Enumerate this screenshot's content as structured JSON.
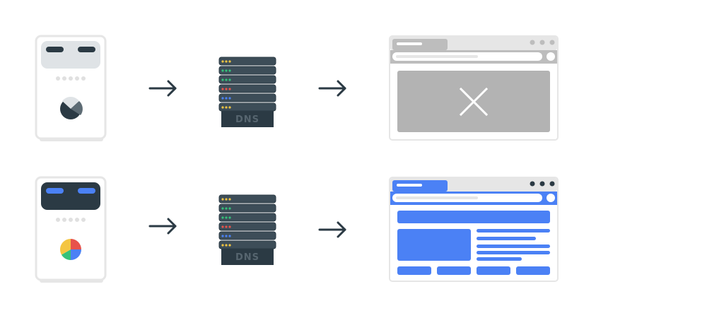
{
  "dns_label": "DNS",
  "colors": {
    "dark": "#2b3a44",
    "gray_light": "#e6e6e6",
    "gray_mid": "#bdbdbd",
    "gray_dark": "#b3b3b3",
    "blue": "#4b81f5",
    "white": "#ffffff"
  },
  "rows": [
    {
      "state": "failure",
      "router_icon": "router-icon-failing",
      "router_logo": "x-logo-icon",
      "server_icon": "dns-server-icon",
      "browser_icon": "browser-error-icon",
      "browser_content": "x-mark-icon"
    },
    {
      "state": "success",
      "router_icon": "router-icon-working",
      "router_logo": "chrome-logo-icon",
      "server_icon": "dns-server-icon",
      "browser_icon": "browser-loaded-icon",
      "browser_content": "webpage-layout-icon"
    }
  ]
}
